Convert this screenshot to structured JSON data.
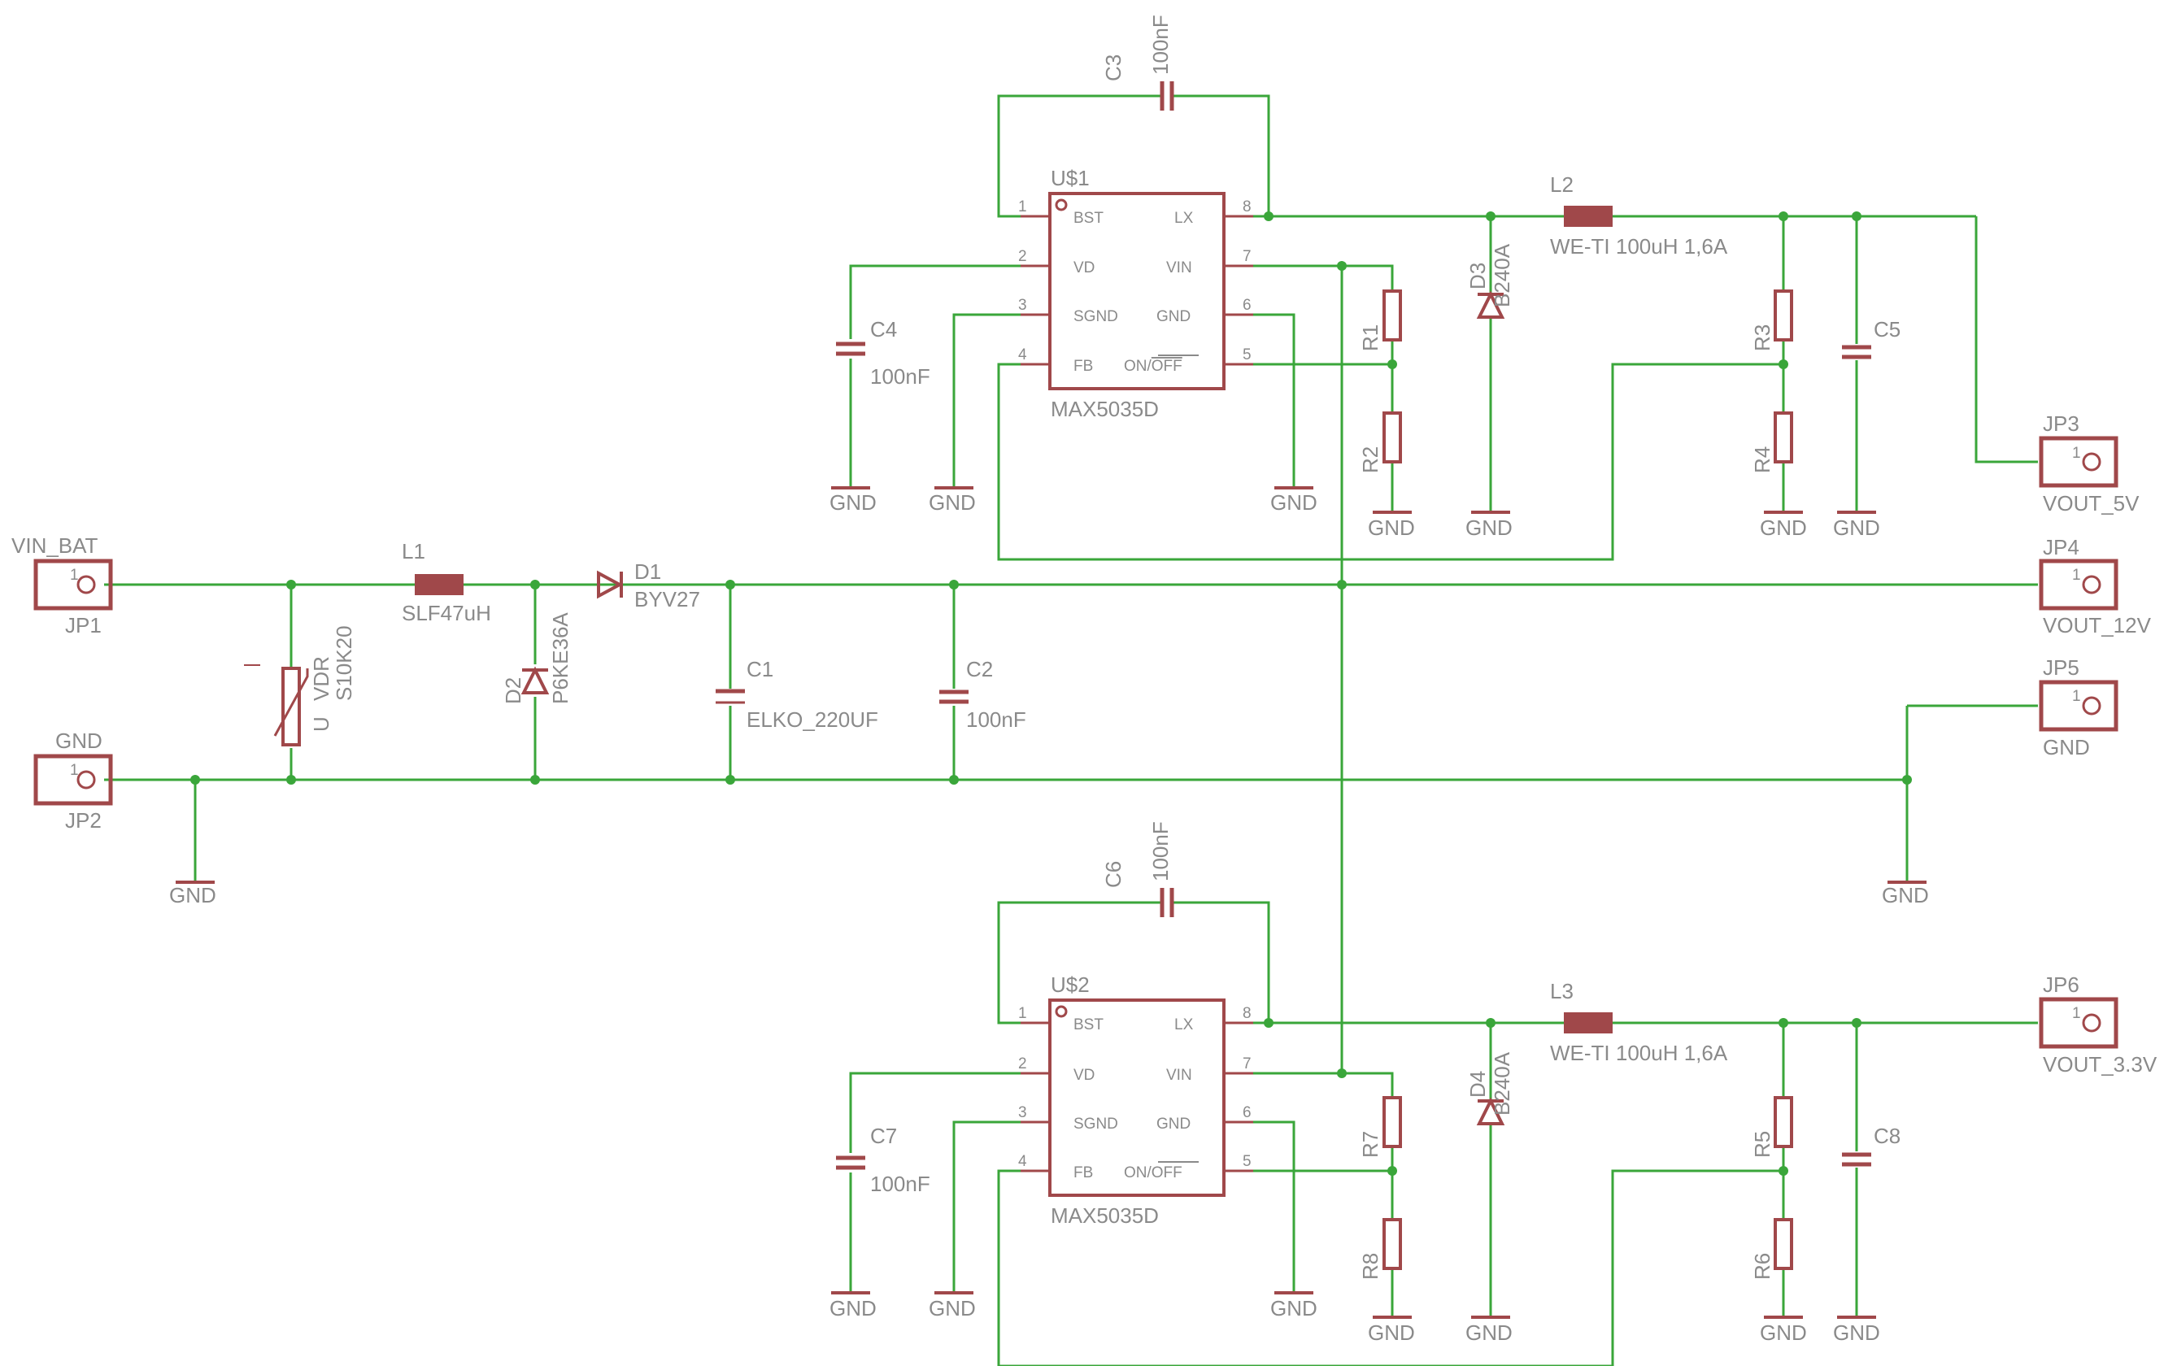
{
  "colors": {
    "wire": "#3aa63a",
    "part": "#a0484a",
    "text": "#8a8a8a",
    "background": "#ffffff"
  },
  "labels": {
    "vin_bat": "VIN_BAT",
    "jp1": "JP1",
    "jp1_pin": "1",
    "gnd_jp2": "GND",
    "jp2": "JP2",
    "jp2_pin": "1",
    "gnd1": "GND",
    "l1": "L1",
    "l1_val": "SLF47uH",
    "vdr": "VDR",
    "vdr_val": "S10K20",
    "vdr_u": "U",
    "d2": "D2",
    "d2_val": "P6KE36A",
    "d1": "D1",
    "d1_val": "BYV27",
    "c1": "C1",
    "c1_val": "ELKO_220UF",
    "c2": "C2",
    "c2_val": "100nF",
    "c3": "C3",
    "c3_val": "100nF",
    "c4": "C4",
    "c4_val": "100nF",
    "c5": "C5",
    "c6": "C6",
    "c6_val": "100nF",
    "c7": "C7",
    "c7_val": "100nF",
    "c8": "C8",
    "u1": "U$1",
    "u1_part": "MAX5035D",
    "u2": "U$2",
    "u2_part": "MAX5035D",
    "ic_pins": {
      "bst": "BST",
      "vd": "VD",
      "sgnd": "SGND",
      "fb": "FB",
      "lx": "LX",
      "vin": "VIN",
      "gnd": "GND",
      "on": "ON/",
      "off": "OFF"
    },
    "pin_numbers": [
      "1",
      "2",
      "3",
      "4",
      "5",
      "6",
      "7",
      "8"
    ],
    "l2": "L2",
    "l2_val": "WE-TI 100uH 1,6A",
    "l3": "L3",
    "l3_val": "WE-TI 100uH 1,6A",
    "d3": "D3",
    "d3_val": "B240A",
    "d4": "D4",
    "d4_val": "B240A",
    "r1": "R1",
    "r2": "R2",
    "r3": "R3",
    "r4": "R4",
    "r5": "R5",
    "r6": "R6",
    "r7": "R7",
    "r8": "R8",
    "jp3": "JP3",
    "jp3_pin": "1",
    "vout_5v": "VOUT_5V",
    "jp4": "JP4",
    "jp4_pin": "1",
    "vout_12v": "VOUT_12V",
    "jp5": "JP5",
    "jp5_pin": "1",
    "gnd_jp5": "GND",
    "jp6": "JP6",
    "jp6_pin": "1",
    "vout_3v3": "VOUT_3.3V",
    "gnd": "GND"
  }
}
